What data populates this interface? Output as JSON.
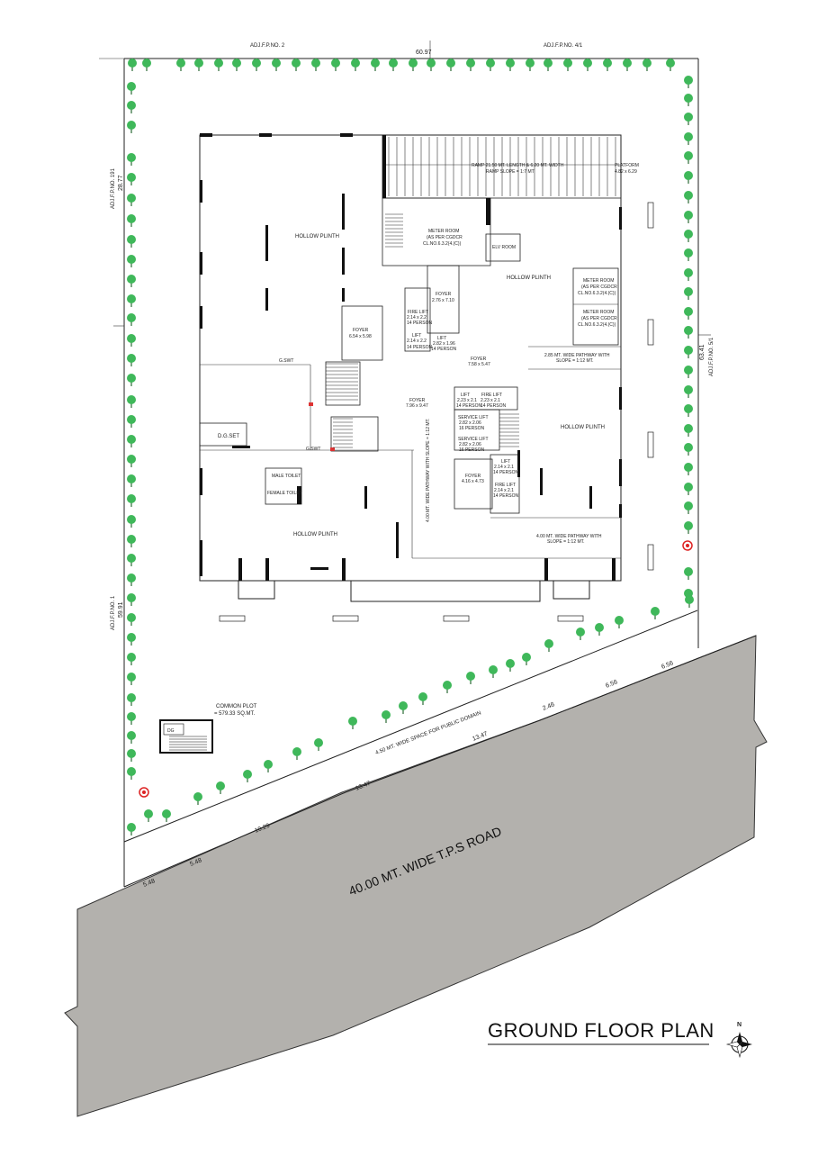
{
  "title": "GROUND FLOOR PLAN",
  "north_label": "N",
  "road": {
    "label": "40.00 MT. WIDE T.P.S ROAD",
    "public_space": "4.50 MT. WIDE SPACE FOR PUBLIC DOMAIN"
  },
  "plot_labels": {
    "adj_top_left": "ADJ.F.P.NO. 2",
    "adj_top_right": "ADJ.F.P.NO. 4/1",
    "adj_left_upper": "ADJ.F.P.NO. 191",
    "adj_left_lower": "ADJ.F.P.NO. 1",
    "adj_right": "ADJ.F.P.NO. 5/1"
  },
  "dimensions": {
    "top": "60.97",
    "left_upper": "28.77",
    "left_lower": "59.91",
    "right": "63.41",
    "road_edge": [
      "5.48",
      "5.48",
      "10.29",
      "13.47",
      "13.47",
      "2.46",
      "6.56",
      "6.56"
    ]
  },
  "rooms": {
    "hollow_plinth_nw": "HOLLOW PLINTH",
    "hollow_plinth_center": "HOLLOW PLINTH",
    "hollow_plinth_east": "HOLLOW PLINTH",
    "hollow_plinth_sw": "HOLLOW PLINTH",
    "ramp": "RAMP 21.50 MT. LENGTH & 6.20 MT. WIDTH",
    "ramp_slope": "RAMP SLOPE = 1:7 MT",
    "platform": "PLATFORM",
    "platform_size": "4.82 x 6.29",
    "meter_room_1": "METER ROOM",
    "meter_room_1_note": "(AS PER CGDCR",
    "meter_room_1_cl": "CL.NO.6.3.2(4.(C))",
    "elv_room": "ELV ROOM",
    "meter_room_2": "METER ROOM",
    "meter_room_2_note": "(AS PER CGDCR",
    "meter_room_2_cl": "CL.NO.6.3.2(4.(C))",
    "meter_room_3": "METER ROOM",
    "meter_room_3_note": "(AS PER CGDCR",
    "meter_room_3_cl": "CL.NO.6.3.2(4.(C))",
    "foyer_1": "FOYER",
    "foyer_1_size": "2.76 x 7.10",
    "foyer_2": "FOYER",
    "foyer_2_size": "6.54 x 5.98",
    "foyer_3": "FOYER",
    "foyer_3_size": "7.58 x 5.47",
    "foyer_4": "FOYER",
    "foyer_4_size": "7.96 x 9.47",
    "foyer_5": "FOYER",
    "foyer_5_size": "4.16 x 4.73",
    "fire_lift_1": "FIRE LIFT",
    "fire_lift_1_size": "2.14 x 2.2",
    "fire_lift_1_cap": "14 PERSON",
    "lift_1": "LIFT",
    "lift_1_size": "2.14 x 2.2",
    "lift_1_cap": "14 PERSON",
    "lift_2": "LIFT",
    "lift_2_size": "2.82 x 1.96",
    "lift_2_cap": "14 PERSON",
    "lift_3": "LIFT",
    "lift_3_size": "2.23 x 2.1",
    "lift_3_cap": "14 PERSON",
    "fire_lift_2": "FIRE LIFT",
    "fire_lift_2_size": "2.23 x 2.1",
    "fire_lift_2_cap": "14 PERSON",
    "service_lift_1": "SERVICE LIFT",
    "service_lift_1_size": "2.82 x 2.06",
    "service_lift_1_cap": "16 PERSON",
    "service_lift_2": "SERVICE LIFT",
    "service_lift_2_size": "2.82 x 2.06",
    "service_lift_2_cap": "16 PERSON",
    "lift_4": "LIFT",
    "lift_4_size": "2.14 x 2.1",
    "lift_4_cap": "14 PERSON",
    "fire_lift_3": "FIRE LIFT",
    "fire_lift_3_size": "2.14 x 2.1",
    "fire_lift_3_cap": "14 PERSON",
    "pathway_1": "2.85 MT. WIDE PATHWAY WITH",
    "pathway_1_slope": "SLOPE = 1:12 MT.",
    "pathway_2": "4.00 MT. WIDE PATHWAY WITH",
    "pathway_2_slope": "SLOPE = 1:12 MT.",
    "pathway_vertical": "4.00 MT. WIDE PATHWAY WITH SLOPE = 1:12 MT.",
    "dg_set": "D.G.SET",
    "male_toilet": "MALE TOILET",
    "female_toilet": "FEMALE TOILET",
    "gswt_1": "G.SWT",
    "gswt_2": "G.SWT",
    "common_plot": "COMMON PLOT",
    "common_plot_area": "= 579.33 SQ.MT."
  }
}
